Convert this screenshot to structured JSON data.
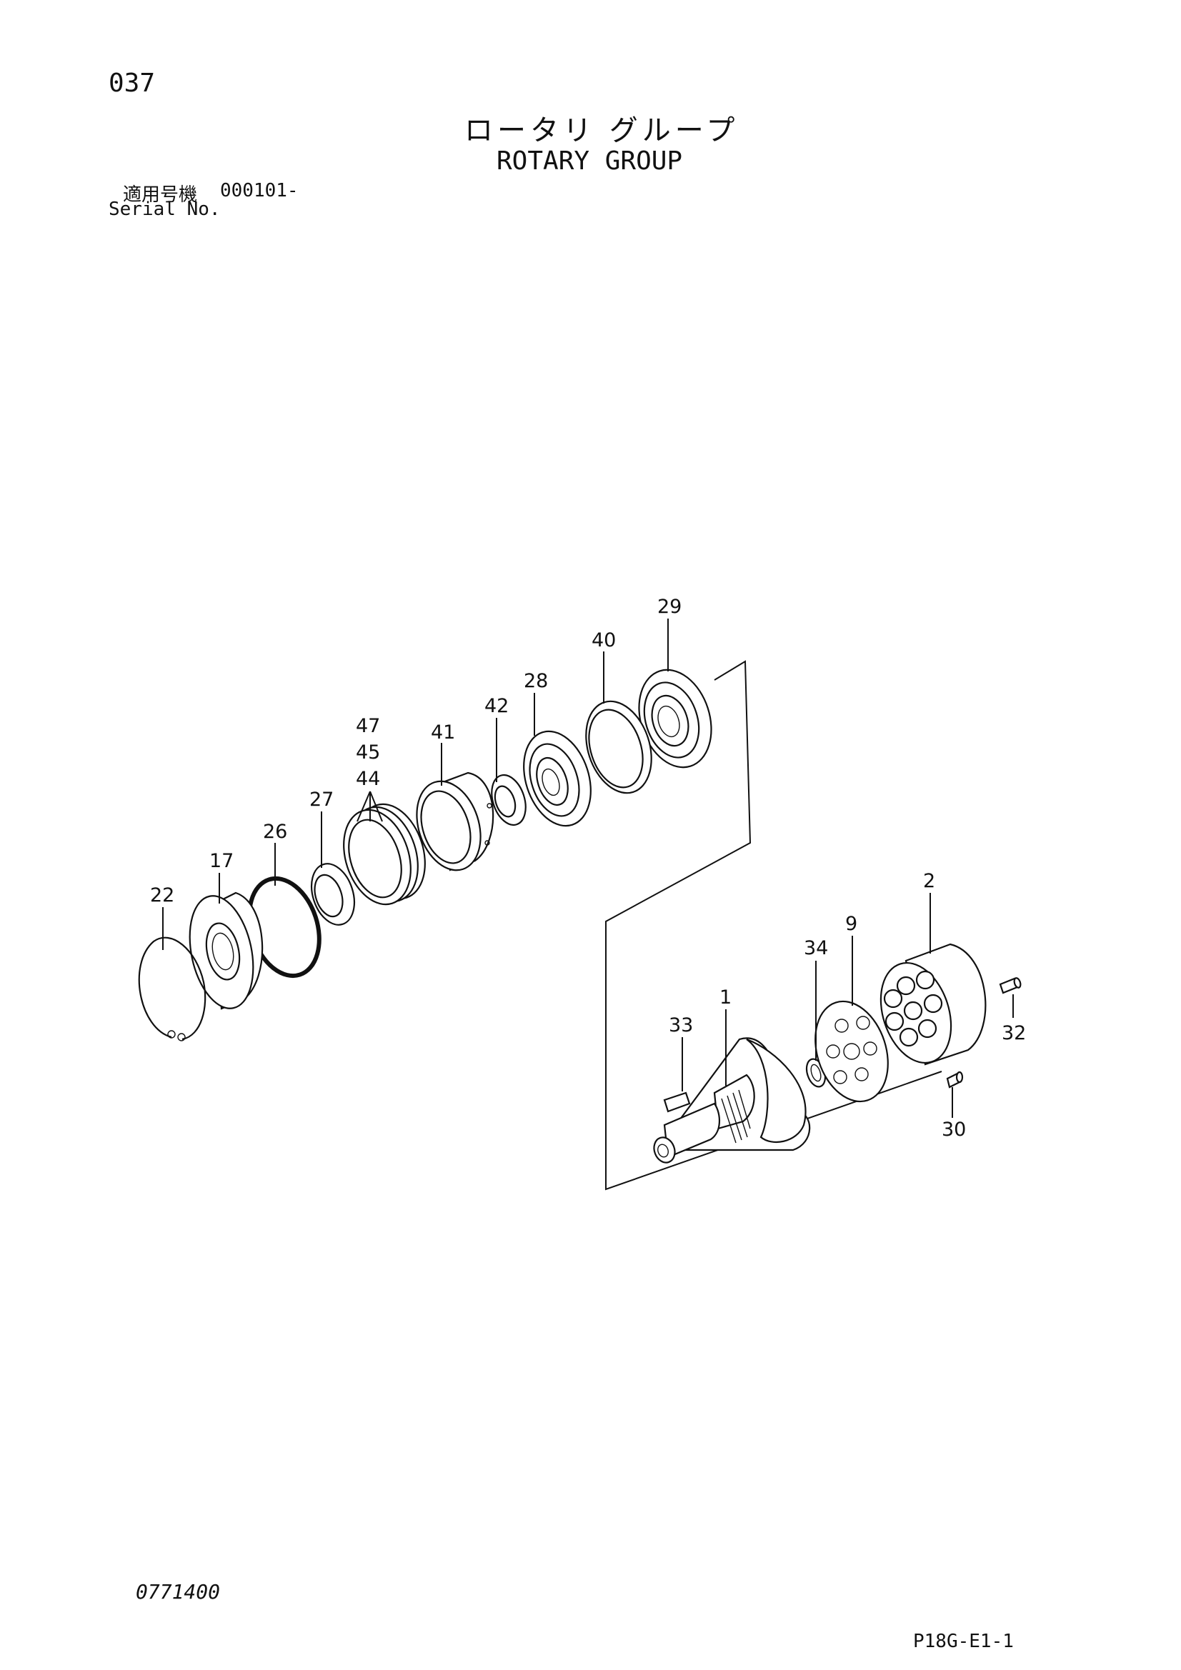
{
  "header": {
    "page_number": "037",
    "title_jp": "ロータリ グループ",
    "title_en": "ROTARY GROUP",
    "serial_label_jp": "適用号機",
    "serial_value": "000101-",
    "serial_label_en": "Serial No."
  },
  "callouts": [
    "29",
    "40",
    "28",
    "42",
    "47",
    "45",
    "44",
    "41",
    "27",
    "26",
    "17",
    "22",
    "2",
    "9",
    "34",
    "1",
    "33",
    "32",
    "30"
  ],
  "footer": {
    "drawing_number": "0771400",
    "figure_code": "P18G-E1-1"
  },
  "colors": {
    "ink": "#111111",
    "paper": "#ffffff"
  }
}
